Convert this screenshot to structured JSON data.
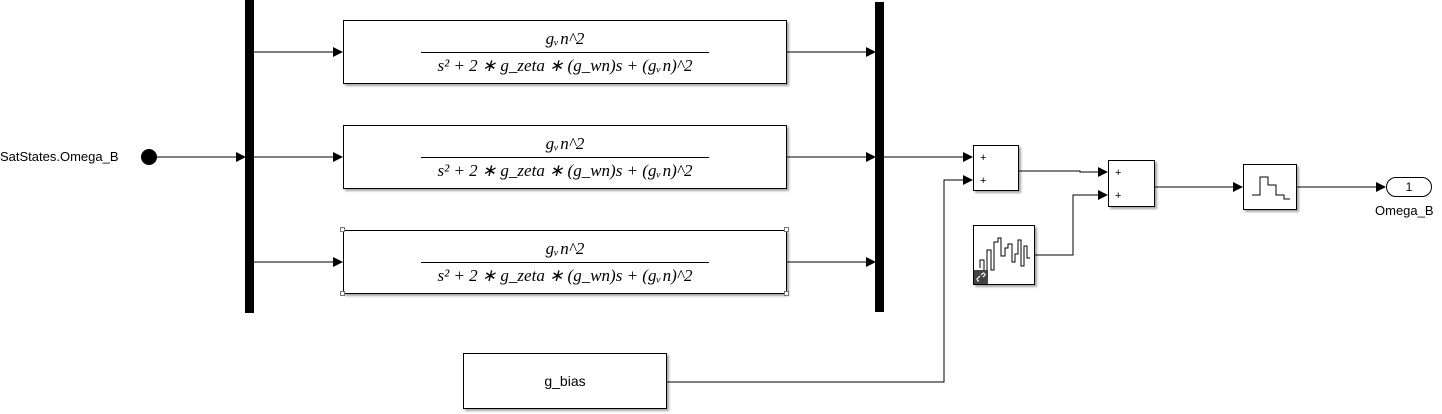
{
  "inport": {
    "label": "SatStates.Omega_B"
  },
  "transfer_functions": [
    {
      "numerator": "gᵥ n^2",
      "denominator": "s² + 2 ∗ g_zeta ∗ (g_wn)s + (gᵥ n)^2"
    },
    {
      "numerator": "gᵥ n^2",
      "denominator": "s² + 2 ∗ g_zeta ∗ (g_wn)s + (gᵥ n)^2"
    },
    {
      "numerator": "gᵥ n^2",
      "denominator": "s² + 2 ∗ g_zeta ∗ (g_wn)s + (gᵥ n)^2"
    }
  ],
  "sum1": {
    "signs": [
      "+",
      "+"
    ]
  },
  "sum2": {
    "signs": [
      "+",
      "+"
    ]
  },
  "constant": {
    "value": "g_bias"
  },
  "outport": {
    "number": "1",
    "label": "Omega_B"
  }
}
